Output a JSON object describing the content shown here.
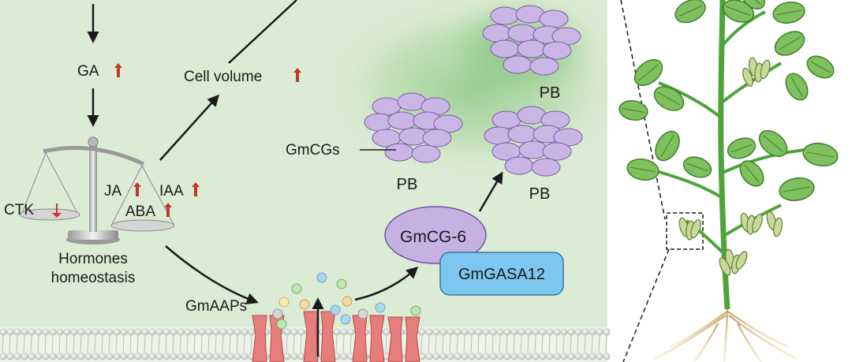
{
  "hormones": {
    "ga": "GA",
    "ctk": "CTK",
    "ja": "JA",
    "iaa": "IAA",
    "aba": "ABA",
    "homeostasis_line1": "Hormones",
    "homeostasis_line2": "homeostasis"
  },
  "cell_volume": "Cell volume",
  "transport": {
    "gmaaps": "GmAAPs",
    "gmcg6": "GmCG-6",
    "gmgasa12": "GmGASA12"
  },
  "storage": {
    "gmcgs": "GmCGs",
    "pb_label": "PB"
  },
  "colors": {
    "up_arrow": "#c0392b",
    "down_arrow": "#c0392b",
    "cell_background": "#dcebd3",
    "pb_fill": "#c9b6e4",
    "pb_stroke": "#7b5ba8",
    "gmcg6_fill": "#c5b1e2",
    "gmgasa12_fill": "#7cc6ef",
    "channel": "#e77d7d",
    "plant_green": "#4ea33a"
  },
  "icons": [
    "up-arrow-icon",
    "down-arrow-icon",
    "balance-scale-icon",
    "soybean-plant-icon"
  ]
}
